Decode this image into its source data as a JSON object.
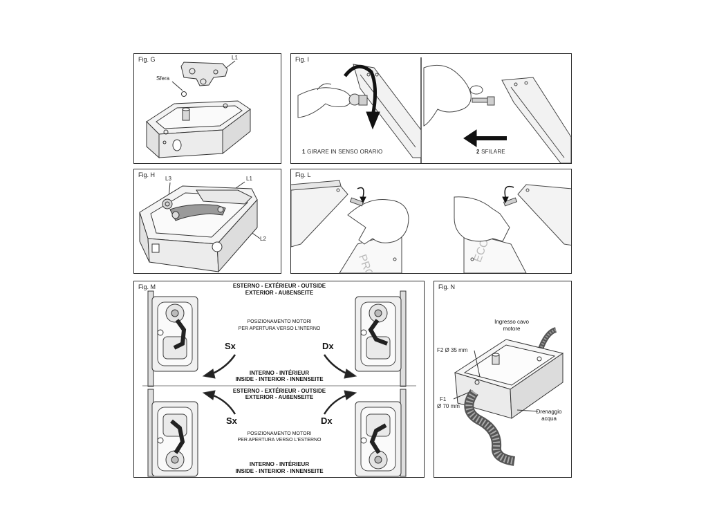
{
  "figures": {
    "g": {
      "label": "Fig. G",
      "callouts": {
        "l1": "L1",
        "sfera": "Sfera"
      }
    },
    "i": {
      "label": "Fig. I",
      "step1_num": "1",
      "step1": "GIRARE IN SENSO ORARIO",
      "step2_num": "2",
      "step2": "SFILARE"
    },
    "h": {
      "label": "Fig. H",
      "callouts": {
        "l3": "L3",
        "l1": "L1",
        "l2": "L2"
      }
    },
    "l": {
      "label": "Fig. L"
    },
    "m": {
      "label": "Fig. M",
      "top": {
        "outside_line1": "ESTERNO - EXTÉRIEUR - OUTSIDE",
        "outside_line2": "EXTERIOR - AUßENSEITE",
        "pos_line1": "POSIZIONAMENTO MOTORI",
        "pos_line2": "PER APERTURA VERSO L'INTERNO",
        "inside_line1": "INTERNO - INTÉRIEUR",
        "inside_line2": "INSIDE - INTERIOR - INNENSEITE"
      },
      "bottom": {
        "outside_line1": "ESTERNO - EXTÉRIEUR - OUTSIDE",
        "outside_line2": "EXTERIOR - AUßENSEITE",
        "pos_line1": "POSIZIONAMENTO MOTORI",
        "pos_line2": "PER APERTURA VERSO L'ESTERNO",
        "inside_line1": "INTERNO - INTÉRIEUR",
        "inside_line2": "INSIDE - INTERIOR - INNENSEITE"
      },
      "sx": "Sx",
      "dx": "Dx"
    },
    "n": {
      "label": "Fig. N",
      "ingresso_line1": "Ingresso cavo",
      "ingresso_line2": "motore",
      "f2": "F2 Ø 35 mm",
      "f1_line1": "F1",
      "f1_line2": "Ø 70 mm",
      "drenaggio_line1": "Drenaggio",
      "drenaggio_line2": "acqua"
    }
  }
}
